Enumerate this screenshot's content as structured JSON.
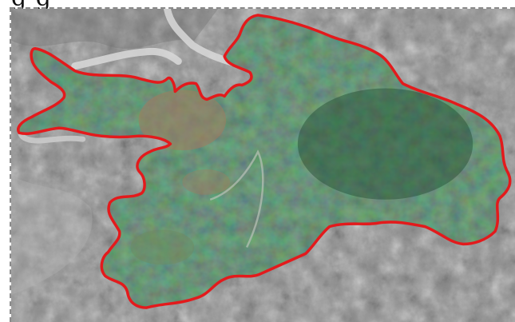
{
  "caption": {
    "text": "g                    g"
  },
  "map": {
    "type": "satellite-imagery",
    "boundary_color": "#e31a1c",
    "colors": {
      "surrounding_terrain": "#8c8c8c",
      "river": "#d9d9d9",
      "forest": "#2f5b3a",
      "cleared_land": "#a27a5e"
    },
    "features": [
      "outlined-forest-region",
      "river",
      "surrounding-terrain"
    ]
  }
}
